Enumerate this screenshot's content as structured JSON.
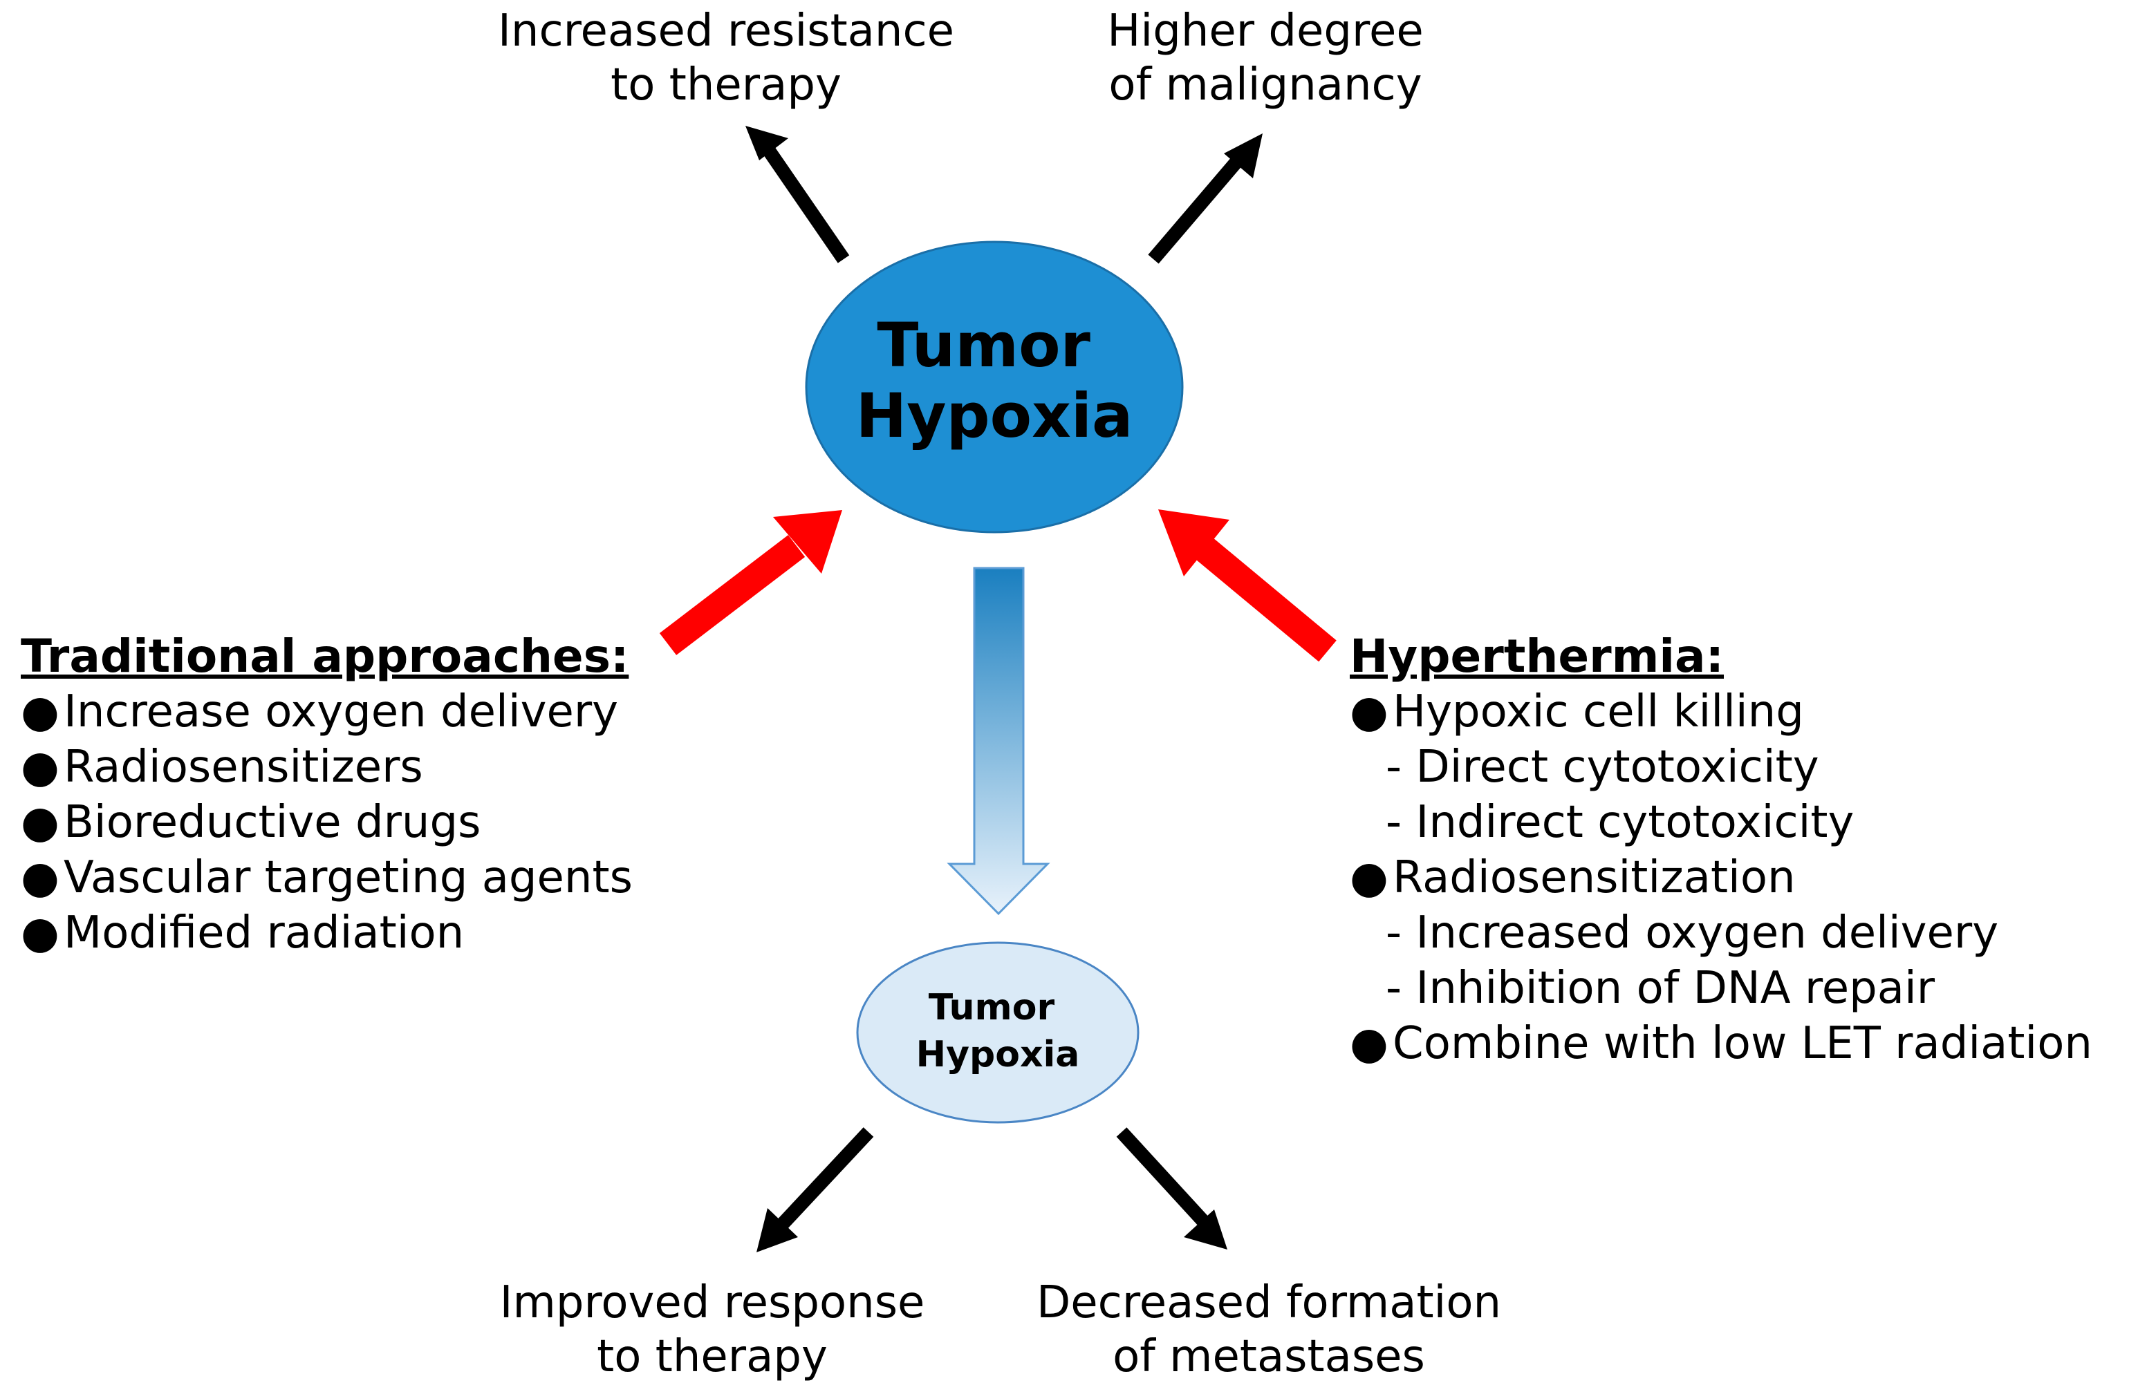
{
  "top_outcomes": {
    "left": [
      "Increased resistance",
      "to therapy"
    ],
    "right": [
      "Higher degree",
      "of malignancy"
    ]
  },
  "main_node": {
    "lines": [
      "Tumor",
      "Hypoxia"
    ],
    "fill": "#1e8fd3"
  },
  "reduced_node": {
    "lines": [
      "Tumor",
      "Hypoxia"
    ],
    "fill": "#daeaf7"
  },
  "traditional": {
    "title": "Traditional approaches:",
    "items": [
      "Increase oxygen delivery",
      "Radiosensitizers",
      "Bioreductive drugs",
      "Vascular targeting agents",
      "Modified radiation"
    ]
  },
  "hyperthermia": {
    "title": "Hyperthermia:",
    "items": [
      {
        "text": "Hypoxic cell killing",
        "subs": [
          "- Direct cytotoxicity",
          "- Indirect cytotoxicity"
        ]
      },
      {
        "text": "Radiosensitization",
        "subs": [
          "- Increased oxygen delivery",
          "- Inhibition of DNA repair"
        ]
      },
      {
        "text": "Combine with low LET radiation",
        "subs": []
      }
    ]
  },
  "bottom_outcomes": {
    "left": [
      "Improved response",
      "to therapy"
    ],
    "right": [
      "Decreased formation",
      "of metastases"
    ]
  },
  "colors": {
    "red_arrow": "#ff0000",
    "black_arrow": "#000000",
    "down_arrow_top": "#1a7fc0",
    "down_arrow_bottom": "#e8f2fb"
  },
  "bullet_glyph": "●"
}
